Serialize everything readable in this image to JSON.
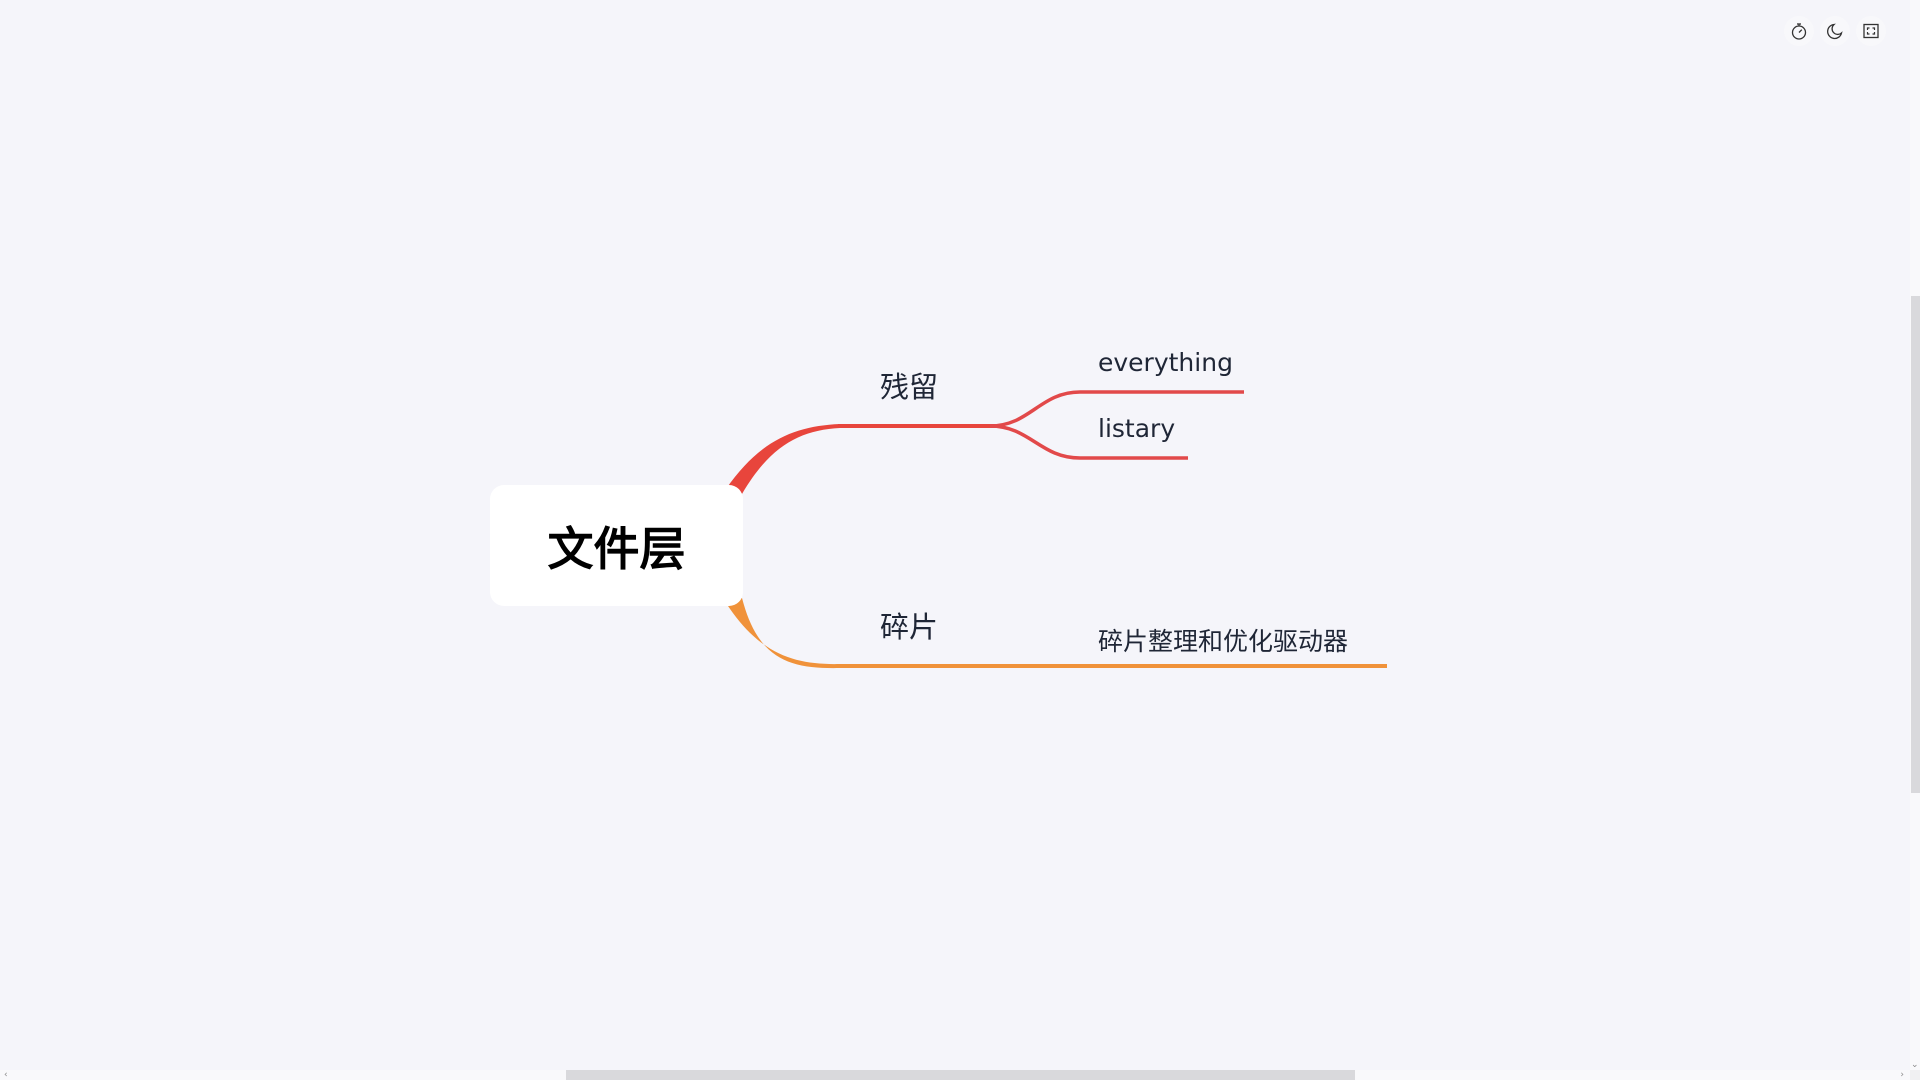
{
  "toolbar": {
    "buttons": [
      {
        "icon": "stopwatch-icon",
        "label": "timer"
      },
      {
        "icon": "moon-icon",
        "label": "dark mode"
      },
      {
        "icon": "fullscreen-icon",
        "label": "fullscreen"
      }
    ]
  },
  "mindmap": {
    "root": "文件层",
    "branches": [
      {
        "label": "残留",
        "color": "#e8453c",
        "children": [
          "everything",
          "listary"
        ]
      },
      {
        "label": "碎片",
        "color": "#f0923a",
        "children": [
          "碎片整理和优化驱动器"
        ]
      }
    ]
  },
  "colors": {
    "background": "#f5f5fa",
    "branch_red": "#e8453c",
    "branch_orange": "#f0923a",
    "text": "#1f2636"
  }
}
